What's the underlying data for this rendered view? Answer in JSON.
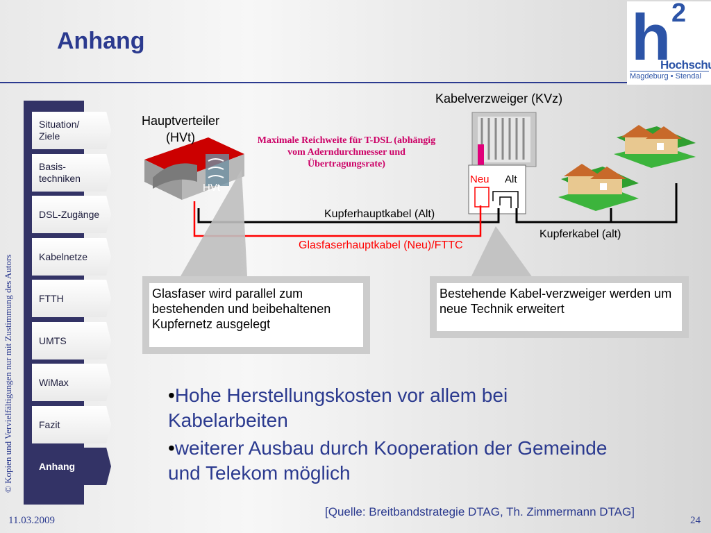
{
  "title": "Anhang",
  "logo": {
    "mark": "h",
    "superscript": "2",
    "name": "Hochschule",
    "location": "Magdeburg • Stendal"
  },
  "side_note": "© Kopien und Vervielfältigungen nur mit Zustimmung des Autors",
  "footer": {
    "date": "11.03.2009",
    "page": "24"
  },
  "nav": [
    {
      "label": "Situation/ Ziele",
      "active": false
    },
    {
      "label": "Basis-techniken",
      "active": false
    },
    {
      "label": "DSL-Zugänge",
      "active": false
    },
    {
      "label": "Kabelnetze",
      "active": false
    },
    {
      "label": "FTTH",
      "active": false
    },
    {
      "label": "UMTS",
      "active": false
    },
    {
      "label": "WiMax",
      "active": false
    },
    {
      "label": "Fazit",
      "active": false
    },
    {
      "label": "Anhang",
      "active": true
    }
  ],
  "diagram": {
    "hvt_label_1": "Hauptverteiler",
    "hvt_label_2": "(HVt)",
    "hvt_building_text": "HVt",
    "kvz_label": "Kabelverzweiger (KVz)",
    "red_note": "Maximale Reichweite für T-DSL (abhängig vom Aderndurchmesser und Übertragungsrate)",
    "neu": "Neu",
    "alt": "Alt",
    "copper_main": "Kupferhauptkabel (Alt)",
    "fiber_main": "Glasfaserhauptkabel (Neu)/FTTC",
    "copper_cable": "Kupferkabel (alt)",
    "colors": {
      "copper": "#000000",
      "fiber": "#ff0000",
      "note": "#cc0066"
    }
  },
  "callouts": {
    "left": "Glasfaser wird parallel zum bestehenden und beibehaltenen Kupfernetz ausgelegt",
    "right": "Bestehende Kabel-verzweiger werden um neue Technik erweitert"
  },
  "bullets": [
    "Hohe Herstellungskosten vor allem bei Kabelarbeiten",
    "weiterer Ausbau durch Kooperation der Gemeinde und Telekom möglich"
  ],
  "bullet_marker": "•",
  "source": "[Quelle: Breitbandstrategie DTAG, Th. Zimmermann DTAG]"
}
